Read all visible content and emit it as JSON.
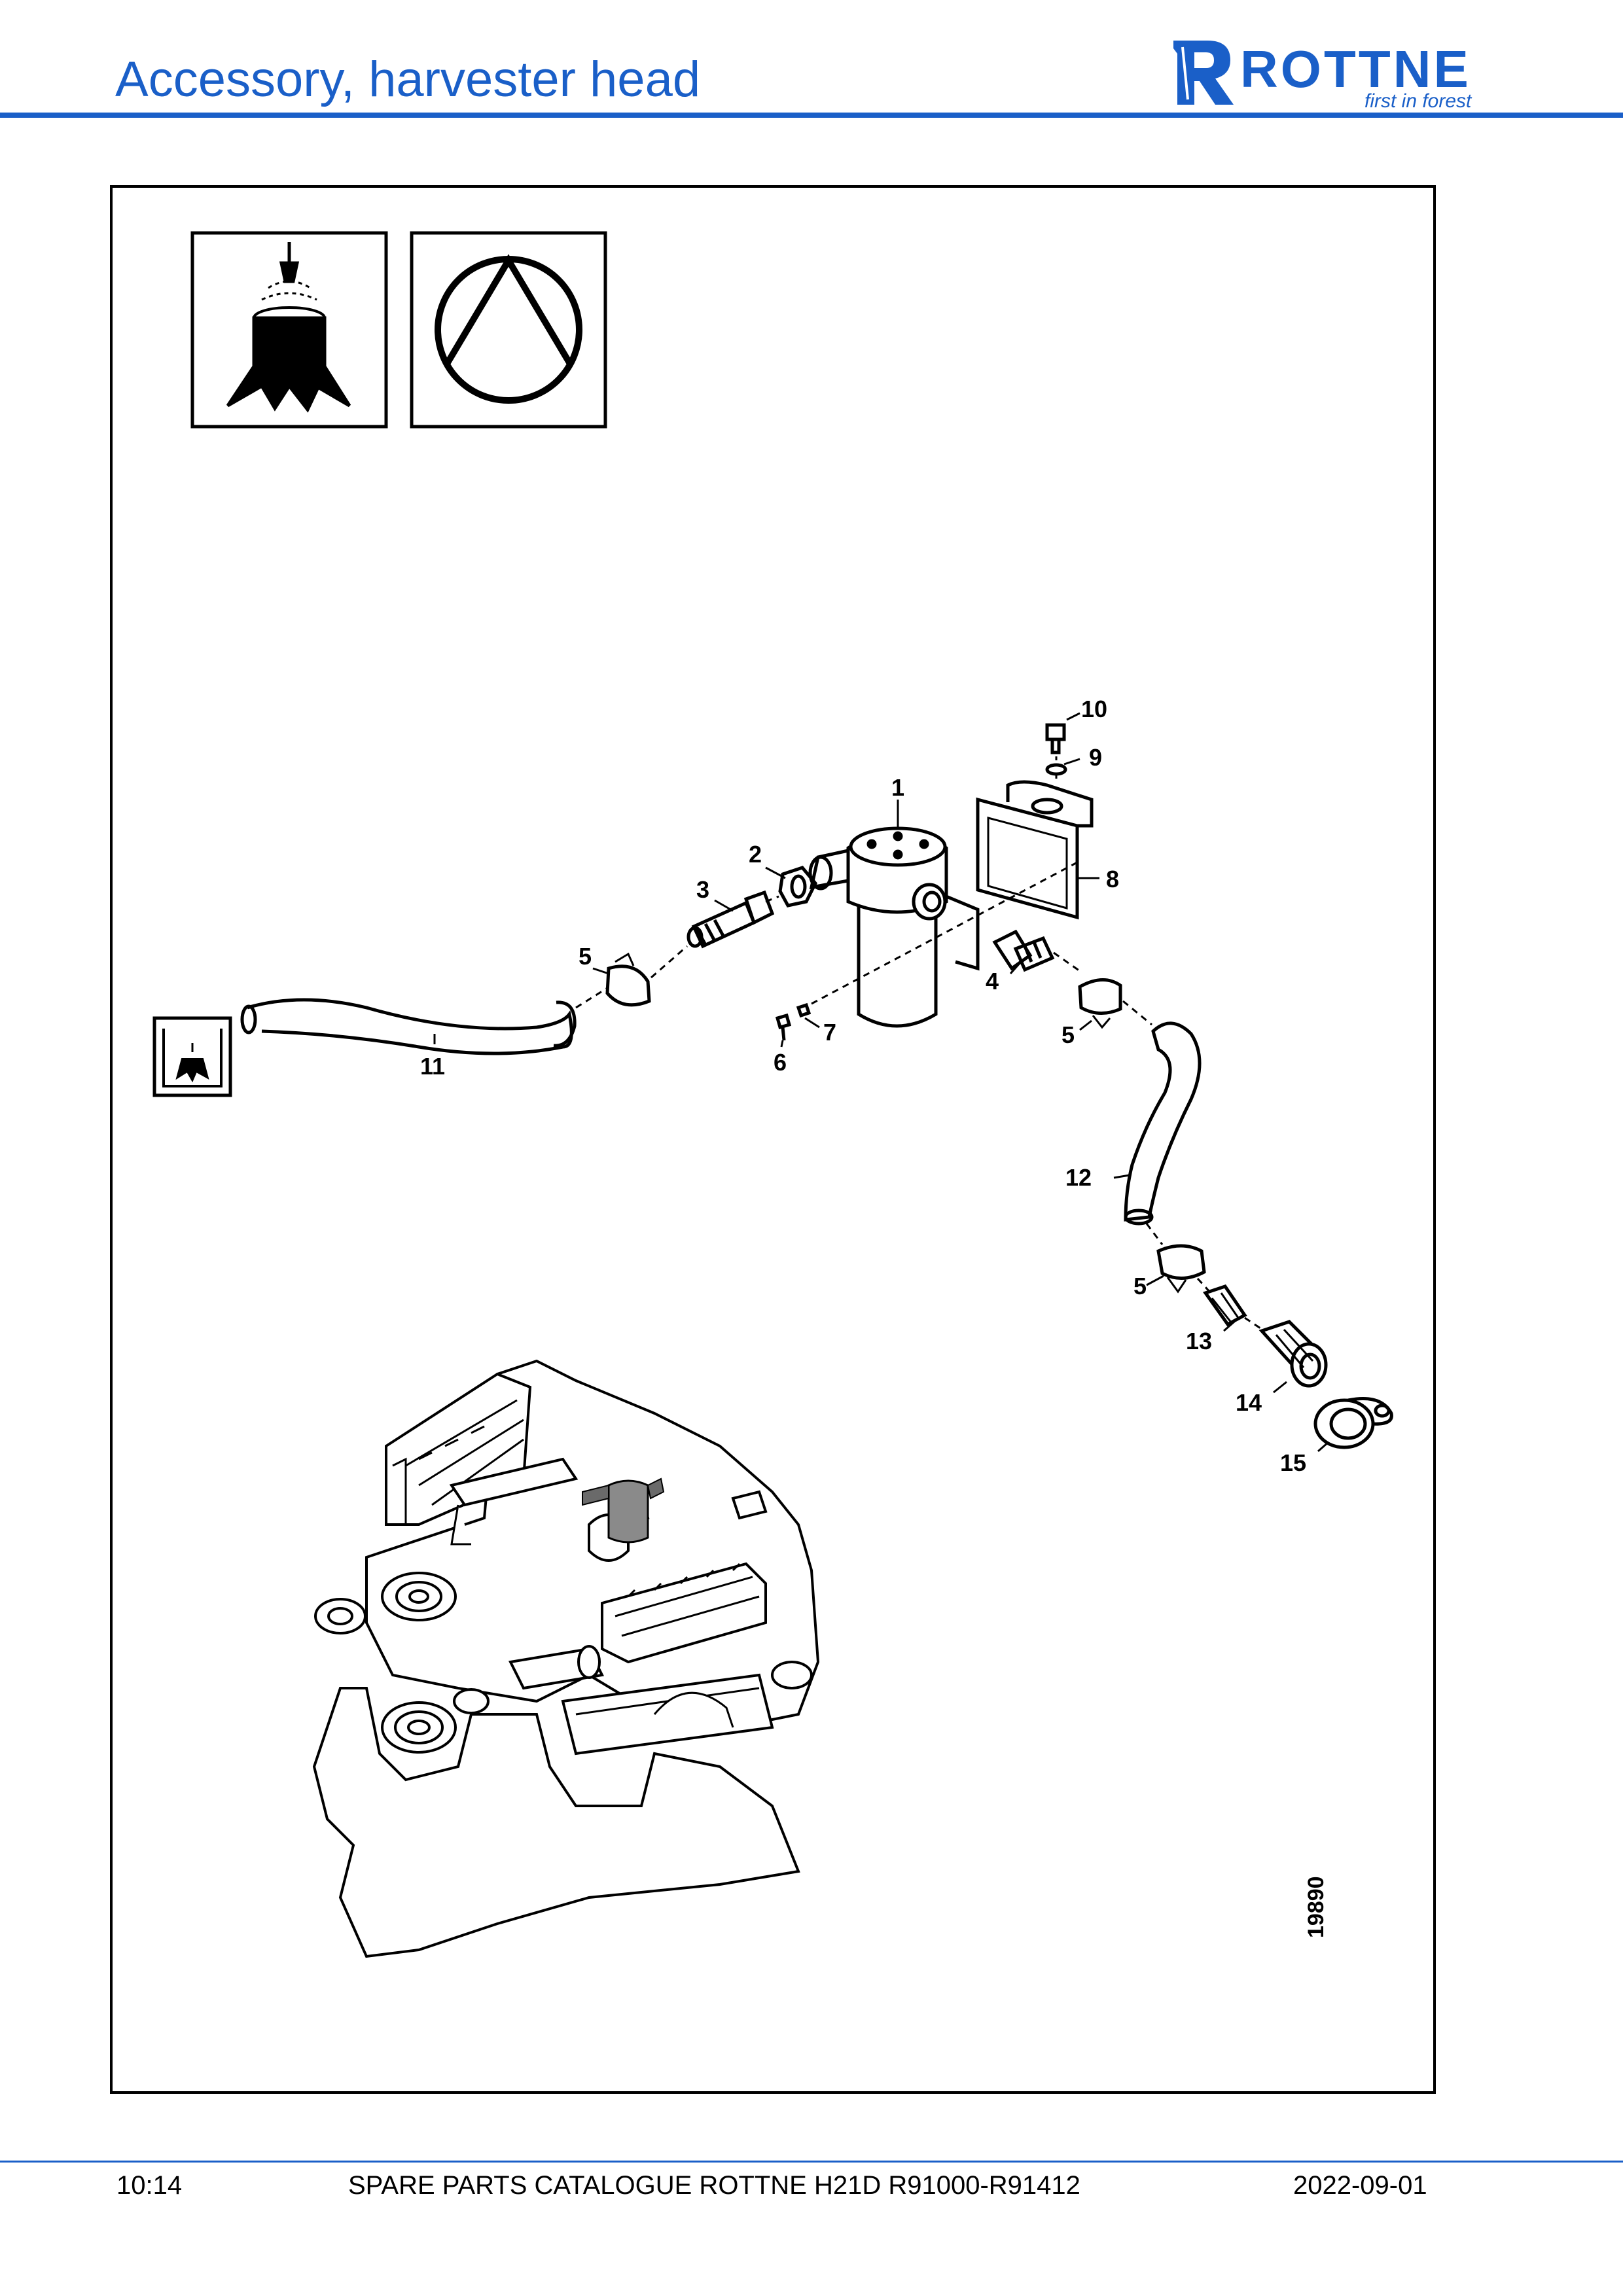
{
  "header": {
    "title": "Accessory, harvester head",
    "logo": {
      "word": "ROTTNE",
      "tagline": "first in forest",
      "color": "#1a5fc8"
    }
  },
  "drawing": {
    "number": "19890",
    "callouts": [
      {
        "label": "1"
      },
      {
        "label": "2"
      },
      {
        "label": "3"
      },
      {
        "label": "4"
      },
      {
        "label": "5"
      },
      {
        "label": "5"
      },
      {
        "label": "5"
      },
      {
        "label": "6"
      },
      {
        "label": "7"
      },
      {
        "label": "8"
      },
      {
        "label": "9"
      },
      {
        "label": "10"
      },
      {
        "label": "11"
      },
      {
        "label": "12"
      },
      {
        "label": "13"
      },
      {
        "label": "14"
      },
      {
        "label": "15"
      }
    ],
    "icons": [
      "stump-spray-icon",
      "triangle-in-circle-icon",
      "tank-stump-icon"
    ]
  },
  "footer": {
    "page": "10:14",
    "catalogue": "SPARE PARTS CATALOGUE ROTTNE H21D R91000-R91412",
    "date": "2022-09-01"
  }
}
